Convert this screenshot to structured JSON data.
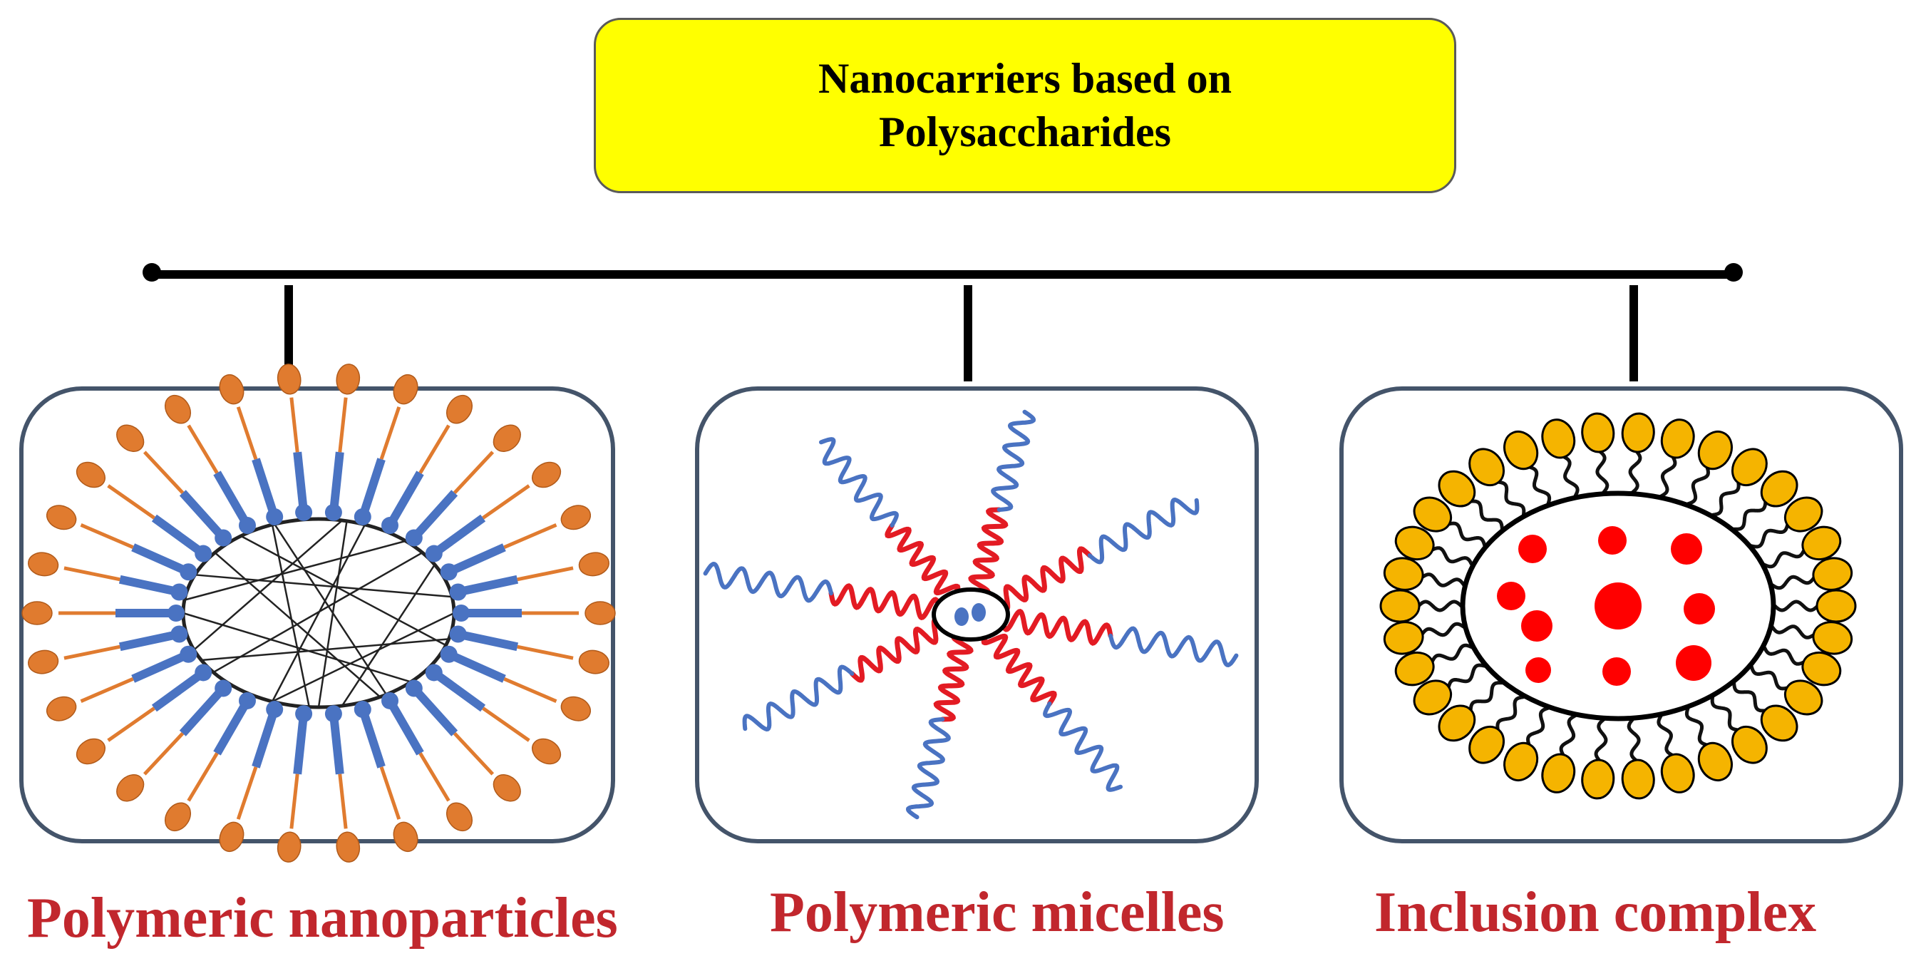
{
  "title": {
    "line1": "Nanocarriers  based  on",
    "line2": "Polysaccharides"
  },
  "panels": [
    {
      "caption": "Polymeric nanoparticles"
    },
    {
      "caption": "Polymeric micelles"
    },
    {
      "caption": "Inclusion complex"
    }
  ],
  "colors": {
    "title_fill": "#ffff00",
    "caption": "#c1272d",
    "lipid_head": "#e07b2f",
    "tail_blue": "#4a73c2",
    "micelle_red": "#e31b23",
    "ring_yellow": "#f5b400",
    "drug_red": "#ff0000"
  }
}
